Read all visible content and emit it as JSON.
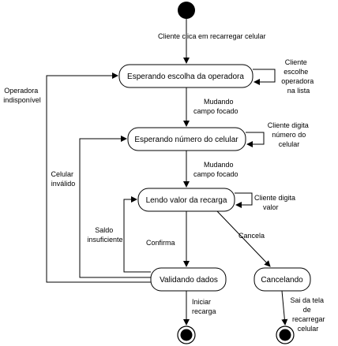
{
  "states": {
    "choosing_operator": "Esperando escolha da operadora",
    "entering_number": "Esperando número do celular",
    "reading_value": "Lendo valor da recarga",
    "validating": "Validando dados",
    "cancelling": "Cancelando"
  },
  "transitions": {
    "start": "Cliente clica em recarregar celular",
    "self_operator": [
      "Cliente",
      "escolhe",
      "operadora",
      "na lista"
    ],
    "focus_change_1": [
      "Mudando",
      "campo focado"
    ],
    "self_number": [
      "Cliente digita",
      "número do",
      "celular"
    ],
    "focus_change_2": [
      "Mudando",
      "campo focado"
    ],
    "self_value": [
      "Cliente digita",
      "valor"
    ],
    "confirm": "Confirma",
    "cancel": "Cancela",
    "operator_unavailable": [
      "Operadora",
      "indisponível"
    ],
    "invalid_phone": [
      "Celular",
      "inválido"
    ],
    "insufficient_balance": [
      "Saldo",
      "insuficiente"
    ],
    "start_recharge": [
      "Iniciar",
      "recarga"
    ],
    "exit_screen": [
      "Sai da tela",
      "de",
      "recarregar",
      "celular"
    ]
  }
}
